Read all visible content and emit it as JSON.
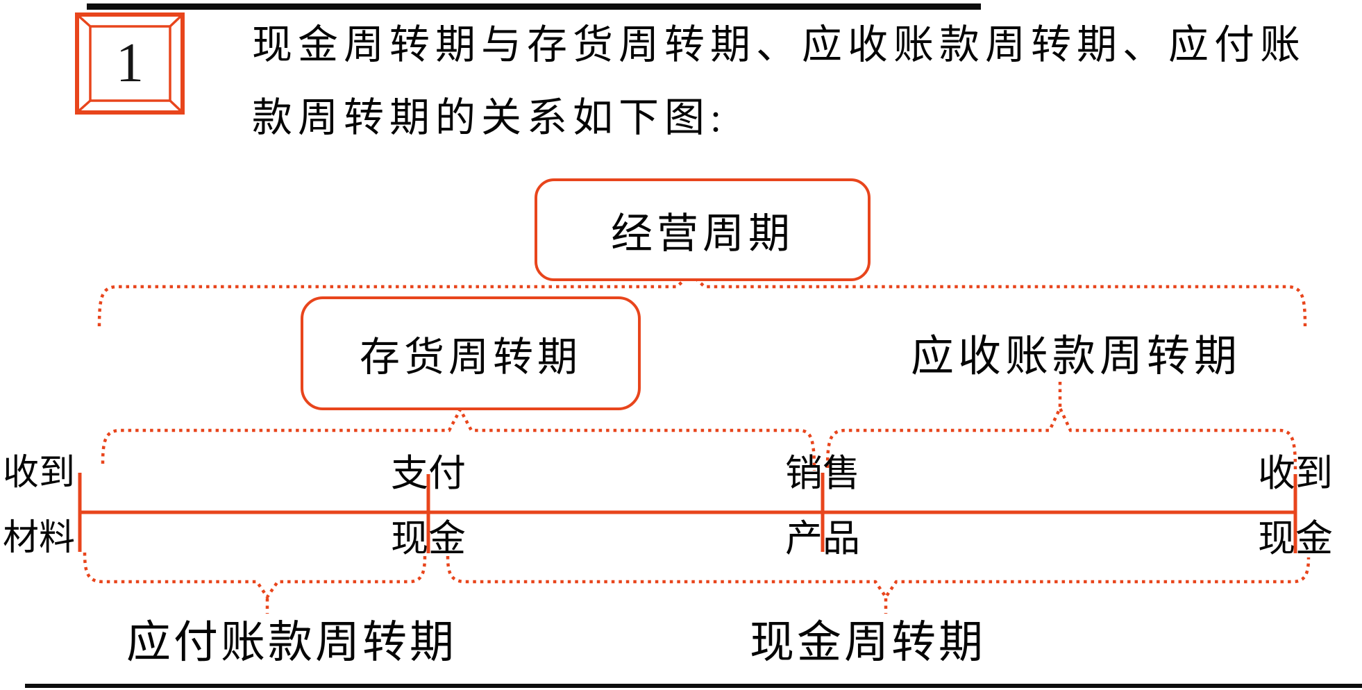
{
  "accent_color": "#E8451C",
  "header": {
    "number_label": "1",
    "title_line1": "现金周转期与存货周转期、应收账款周转期、应付账",
    "title_line2": "款周转期的关系如下图:"
  },
  "diagram": {
    "operating_cycle_label": "经营周期",
    "inventory_period_label": "存货周转期",
    "receivable_period_label": "应收账款周转期",
    "payable_period_label": "应付账款周转期",
    "cash_period_label": "现金周转期",
    "timeline_events": [
      {
        "line1": "收到",
        "line2": "材料"
      },
      {
        "line1": "支付",
        "line2": "现金"
      },
      {
        "line1": "销售",
        "line2": "产品"
      },
      {
        "line1": "收到",
        "line2": "现金"
      }
    ]
  }
}
